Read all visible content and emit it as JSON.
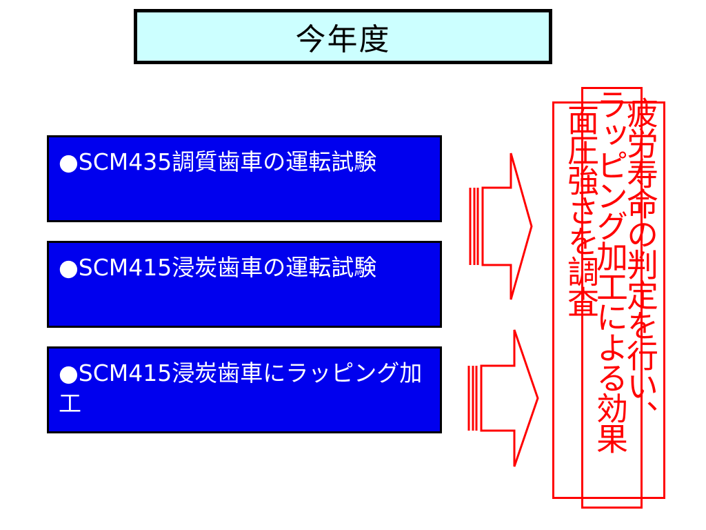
{
  "title": "今年度",
  "items": [
    {
      "label": "●SCM435調質歯車の運転試験"
    },
    {
      "label": "●SCM415浸炭歯車の運転試験"
    },
    {
      "label": "●SCM415浸炭歯車にラッピング加工"
    }
  ],
  "results": {
    "col1": "疲労寿命の判定を行い、",
    "col2": "ラッピング加工による効果",
    "col3": "面圧強さを調査"
  },
  "colors": {
    "title_bg": "#ccffff",
    "box_bg": "#0000ee",
    "accent": "#ff0000"
  },
  "icons": [
    "right-arrow-icon",
    "right-arrow-icon"
  ]
}
